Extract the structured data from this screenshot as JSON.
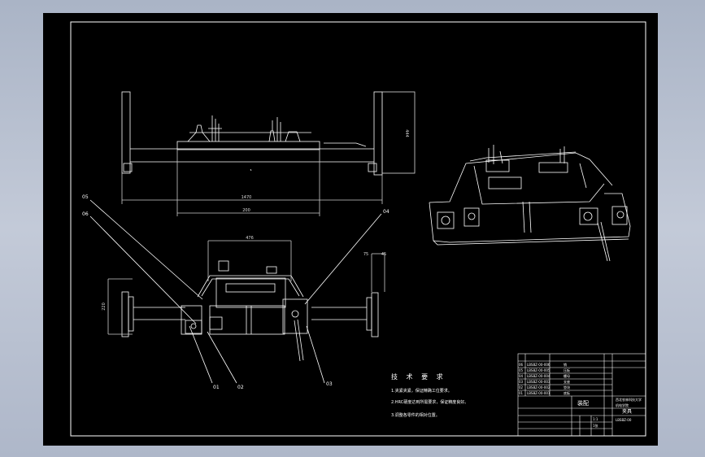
{
  "views": {
    "front": {
      "dim_overall": "1470",
      "dim_base": "200",
      "dim_height": "444"
    },
    "top": {
      "dim_top": "476",
      "dim_left": "220",
      "dim_right_a": "75",
      "dim_right_b": "45"
    }
  },
  "part_labels": [
    "01",
    "02",
    "03",
    "04",
    "05",
    "06"
  ],
  "technical_requirements": {
    "title": "技 术 要 求",
    "items": [
      "1.夹紧夹紧，保证精确工位要求。",
      "2.HRC硬度达到所需要求，保证精度良好。",
      "3.调整各零件的相对位置。"
    ]
  },
  "title_block": {
    "drawing_name": "夹具",
    "assembly_label": "装配",
    "drawing_number": "LBSBZ-00",
    "school_line1": "西北农林科技大学",
    "school_line2": "机电学院",
    "scale": "1:1",
    "sheet": "1张",
    "parts": [
      {
        "no": "06",
        "code": "LBSBZ-00-006",
        "name": "销"
      },
      {
        "no": "05",
        "code": "LBSBZ-00-005",
        "name": "压板"
      },
      {
        "no": "04",
        "code": "LBSBZ-00-004",
        "name": "螺母"
      },
      {
        "no": "03",
        "code": "LBSBZ-00-003",
        "name": "支座"
      },
      {
        "no": "02",
        "code": "LBSBZ-00-002",
        "name": "垫块"
      },
      {
        "no": "01",
        "code": "LBSBZ-00-001",
        "name": "底板"
      }
    ]
  },
  "colors": {
    "background": "#000000",
    "line": "#ffffff",
    "dim": "#d8d8d8",
    "outer_frame": "#b4bccb"
  }
}
